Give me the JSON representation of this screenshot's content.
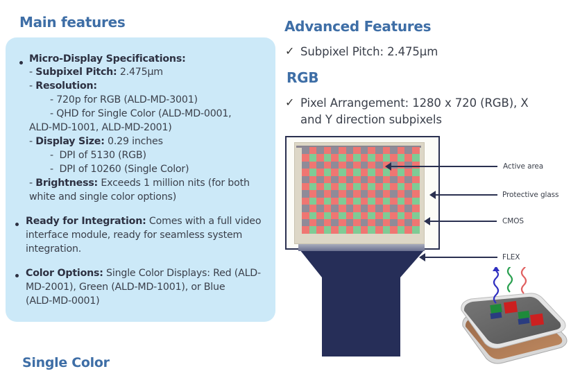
{
  "left": {
    "title": "Main features",
    "bottom_title": "Single Color",
    "spec": {
      "title": "Micro-Display Specifications:",
      "subpixel_label": "Subpixel Pitch:",
      "subpixel_value": "2.475μm",
      "resolution_label": "Resolution:",
      "res_rgb": "720p for RGB (ALD-MD-3001)",
      "res_single_1": "QHD for Single Color (ALD-MD-0001,",
      "res_single_2": "ALD-MD-1001, ALD-MD-2001)",
      "size_label": "Display Size:",
      "size_value": "0.29 inches",
      "dpi_rgb": "DPI of 5130 (RGB)",
      "dpi_single": "DPI of 10260 (Single Color)",
      "brightness_label": "Brightness:",
      "brightness_value_1": "Exceeds 1 million nits (for both",
      "brightness_value_2": "white and single color options)"
    },
    "integration": {
      "label": "Ready for Integration:",
      "text_1": "Comes with a full video",
      "text_2": "interface module, ready for seamless system",
      "text_3": "integration."
    },
    "colors": {
      "label": "Color Options:",
      "text_1": "Single Color Displays: Red (ALD-",
      "text_2": "MD-2001), Green (ALD-MD-1001), or Blue",
      "text_3": "(ALD-MD-0001)"
    }
  },
  "right": {
    "title": "Advanced Features",
    "check_1": "Subpixel Pitch: 2.475μm",
    "rgb_title": "RGB",
    "check_2_line1": "Pixel Arrangement: 1280 x 720 (RGB), X",
    "check_2_line2": "and Y direction subpixels",
    "check_glyph": "✓",
    "diagram": {
      "labels": {
        "active_area": "Active area",
        "protective_glass": "Protective glass",
        "cmos": "CMOS",
        "flex": "FLEX"
      },
      "colors": {
        "gray": "#8f8b98",
        "red": "#ef7672",
        "green": "#7fcb95",
        "flex": "#262e58"
      }
    }
  },
  "dash": "-",
  "dash_indent": "-  "
}
